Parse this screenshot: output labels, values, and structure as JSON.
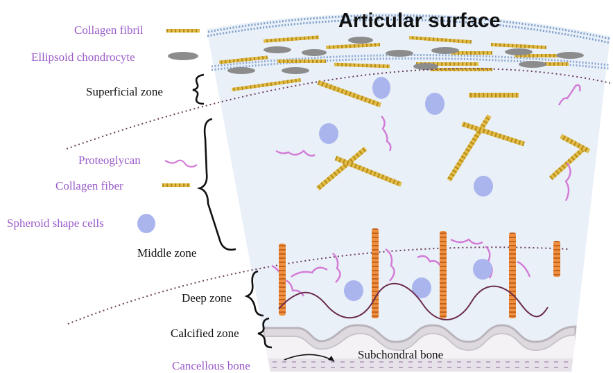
{
  "title": "Articular surface",
  "legend": {
    "collagen_fibril": "Collagen fibril",
    "ellipsoid_chondrocyte": "Ellipsoid chondrocyte",
    "proteoglycan": "Proteoglycan",
    "collagen_fiber": "Collagen fiber",
    "spheroid_cells": "Spheroid shape cells",
    "cancellous_bone": "Cancellous bone"
  },
  "zones": {
    "superficial": "Superficial zone",
    "middle": "Middle zone",
    "deep": "Deep zone",
    "calcified": "Calcified zone",
    "subchondral": "Subchondral bone"
  },
  "colors": {
    "fibril": "#d8b13a",
    "fiber_outline": "#b9901c",
    "chondrocyte": "#8c8c8c",
    "proteoglycan": "#d27ad6",
    "spheroid": "#aab5ee",
    "deep_fiber": "#e9843a",
    "surface_bilayer": "#7f9fcb",
    "label_purple": "#9a5bc9",
    "cartilage_bg": "#e9f0f8",
    "tidemark": "#6a2a4a"
  }
}
